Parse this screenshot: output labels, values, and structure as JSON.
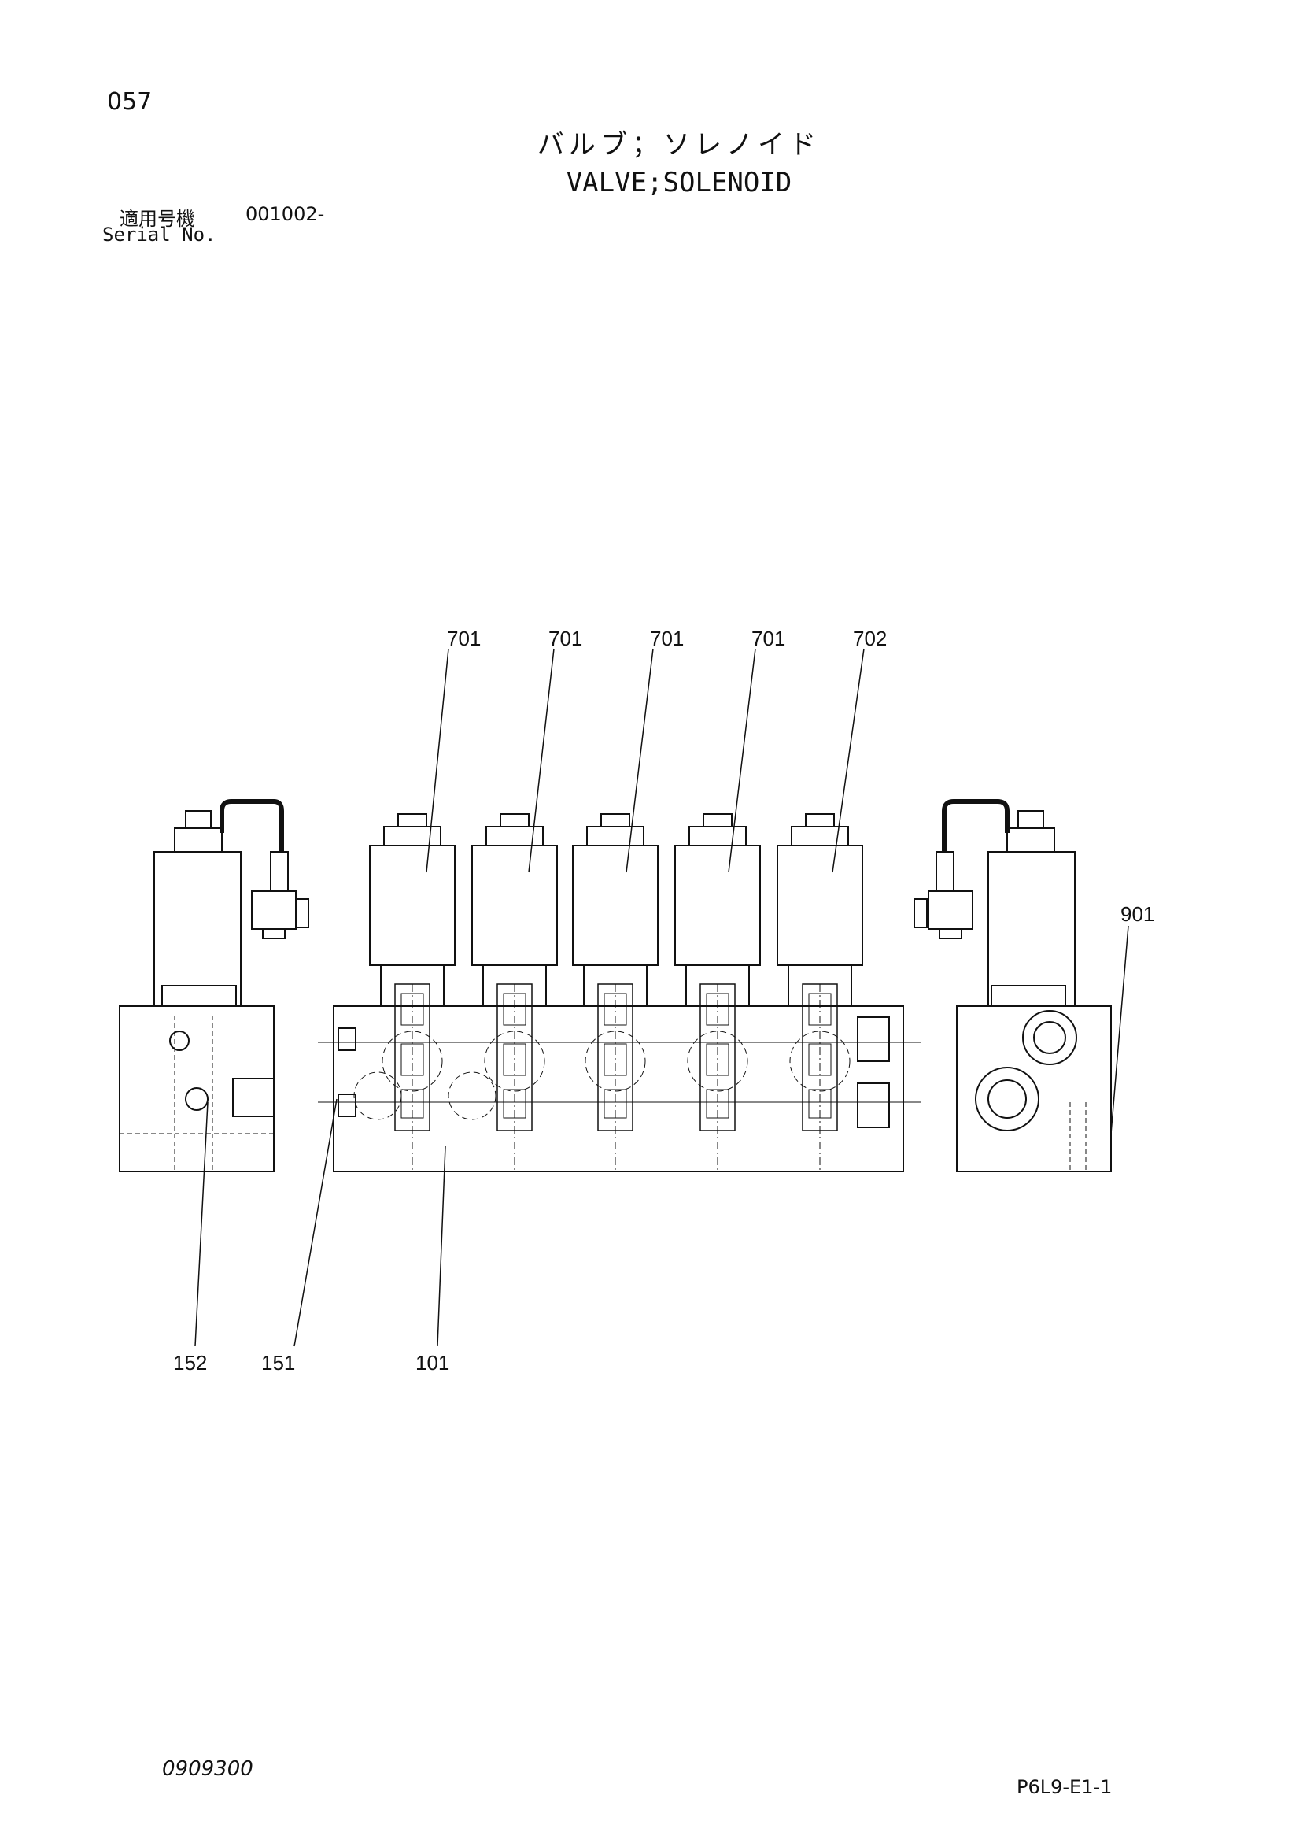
{
  "page_number": "057",
  "title_ja": "バルブ；ソレノイド",
  "title_en": "VALVE;SOLENOID",
  "serial": {
    "label_ja": "適用号機",
    "number": "001002-",
    "label_en": "Serial No."
  },
  "callouts": {
    "c701a": "701",
    "c701b": "701",
    "c701c": "701",
    "c701d": "701",
    "c702": "702",
    "c901": "901",
    "c152": "152",
    "c151": "151",
    "c101": "101"
  },
  "footer": {
    "left_code": "0909300",
    "right_code": "P6L9-E1-1"
  }
}
